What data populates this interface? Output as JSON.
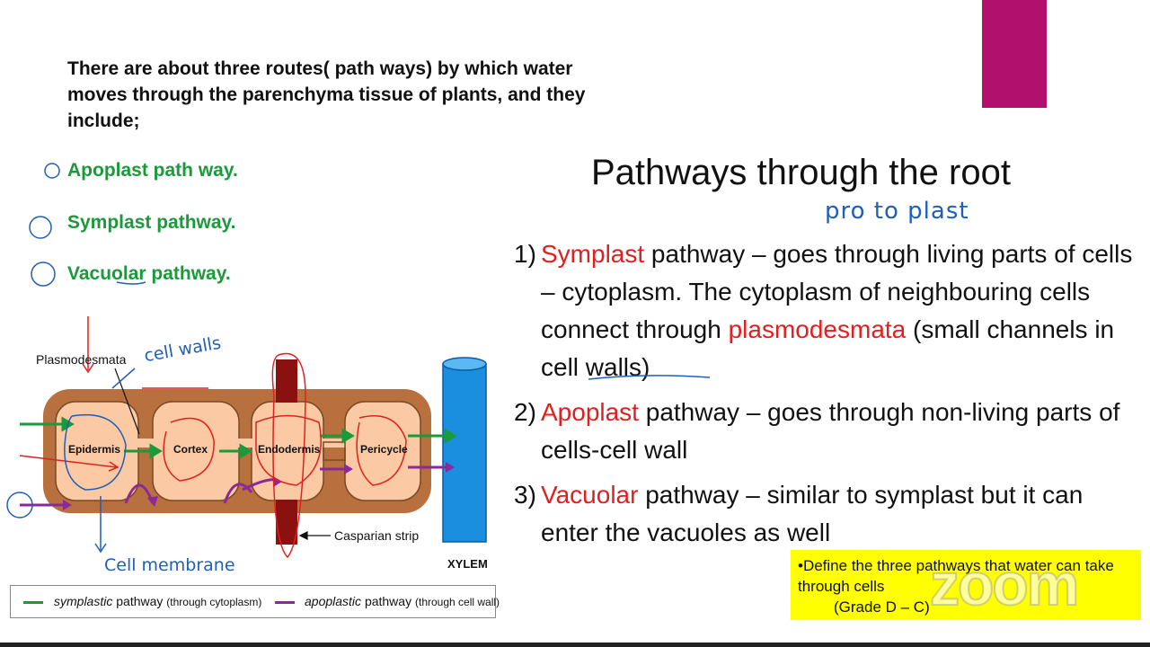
{
  "intro": "There are about three routes( path ways) by which water moves through the parenchyma tissue of plants, and they include;",
  "routes": [
    "Apoplast path way.",
    "Symplast pathway.",
    "Vacuolar pathway."
  ],
  "diagram": {
    "plasmodesmata_label": "Plasmodesmata",
    "cells": [
      "Epidermis",
      "Cortex",
      "Endodermis",
      "Pericycle"
    ],
    "casparian_label": "Casparian strip",
    "xylem_label": "XYLEM",
    "note_cell_walls": "cell walls",
    "note_cell_membrane": "Cell membrane"
  },
  "legend": {
    "symplastic_term": "symplastic",
    "symplastic_word": "pathway",
    "symplastic_note": "(through cytoplasm)",
    "apoplastic_term": "apoplastic",
    "apoplastic_word": "pathway",
    "apoplastic_note": "(through cell wall)",
    "colors": {
      "symplastic": "#1a9a3a",
      "apoplastic": "#8a2a9a"
    }
  },
  "slide": {
    "heading": "Pathways through the root",
    "note_protoplast": "pro to plast",
    "items": [
      {
        "num": "1)",
        "term": "Symplast",
        "pre": " pathway – goes through living parts of cells – cytoplasm. The cytoplasm of neighbouring cells connect through ",
        "term2": "plasmodesmata",
        "post": " (small channels in cell walls)"
      },
      {
        "num": "2)",
        "term": "Apoplast",
        "pre": " pathway – goes through non-living parts of cells-cell wall"
      },
      {
        "num": "3)",
        "term": "Vacuolar",
        "pre": " pathway – similar to symplast but it can enter the vacuoles as well"
      }
    ],
    "box_line1": "•Define the three pathways that water can take through cells",
    "box_line2": "(Grade D – C)"
  },
  "watermark": "zoom",
  "colors": {
    "accent_magenta": "#b1106c",
    "green": "#1a9a3a",
    "red": "#e02020",
    "yellow": "#ffff00",
    "xylem": "#1a8fe0",
    "cell": "#fbc9a3",
    "wall": "#b8703e"
  }
}
